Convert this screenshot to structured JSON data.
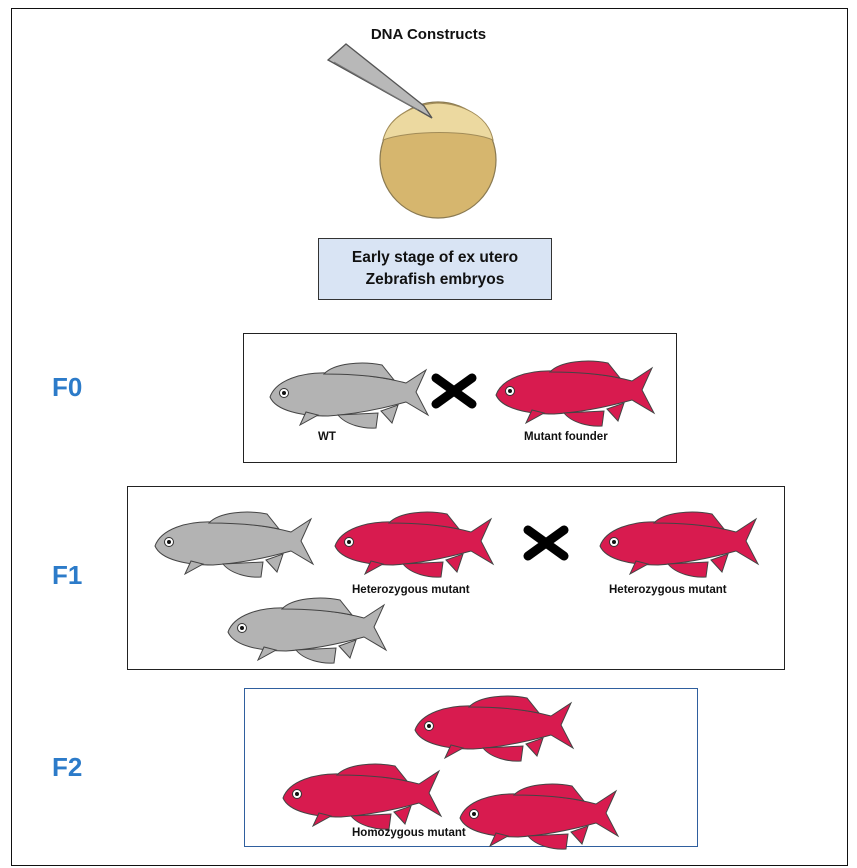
{
  "title": "DNA Constructs",
  "stage_box": {
    "line1": "Early stage of ex utero",
    "line2": "Zebrafish embryos"
  },
  "generations": {
    "f0": {
      "label": "F0",
      "fish_labels": {
        "wild_type": "WT",
        "founder": "Mutant founder"
      }
    },
    "f1": {
      "label": "F1",
      "fish_labels": {
        "het_left": "Heterozygous mutant",
        "het_right": "Heterozygous mutant"
      }
    },
    "f2": {
      "label": "F2",
      "fish_label": "Homozygous mutant"
    }
  },
  "colors": {
    "wt_fish": "#b3b3b3",
    "mutant_fish": "#d81b4f",
    "generation_label": "#2c7bc9",
    "stage_box_fill": "#d9e4f4",
    "embryo": "#d6b66e",
    "f2_border": "#2f5f9e"
  },
  "icons": {
    "cross": "cross-icon",
    "needle": "needle-icon"
  }
}
